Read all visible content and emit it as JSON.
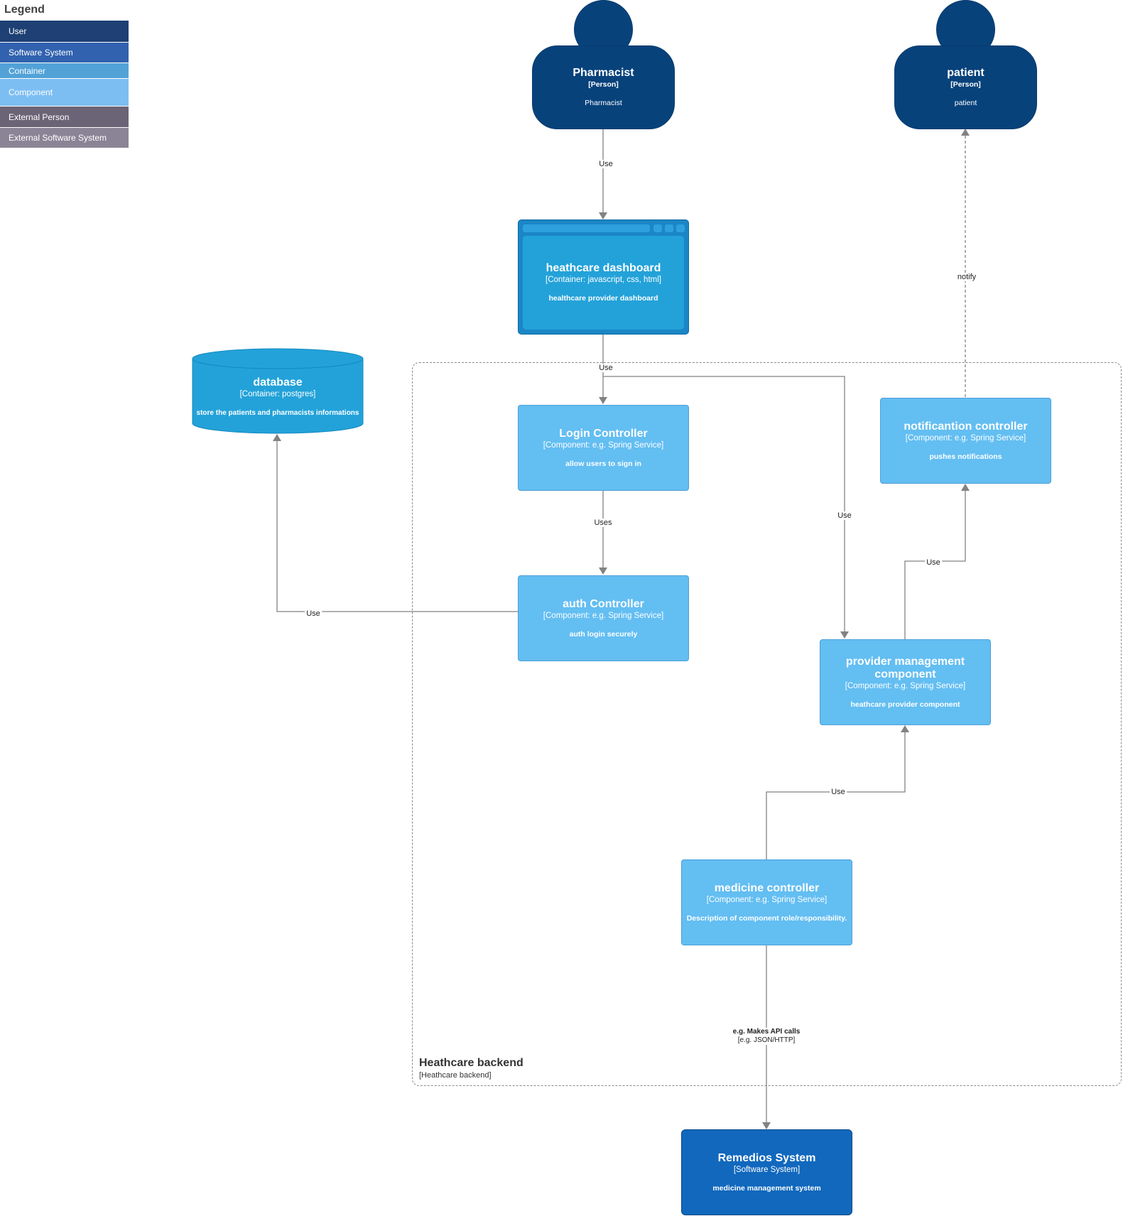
{
  "legend": {
    "title": "Legend",
    "items": [
      {
        "label": "User",
        "color": "#1e4074"
      },
      {
        "label": "Software System",
        "color": "#3162af"
      },
      {
        "label": "Container",
        "color": "#52a2d8"
      },
      {
        "label": "Component",
        "color": "#7dbef2"
      },
      {
        "label": "External Person",
        "color": "#6b6477"
      },
      {
        "label": "External Software System",
        "color": "#8b8496"
      }
    ]
  },
  "persons": {
    "pharmacist": {
      "title": "Pharmacist",
      "type": "[Person]",
      "desc": "Pharmacist"
    },
    "patient": {
      "title": "patient",
      "type": "[Person]",
      "desc": "patient"
    }
  },
  "containers": {
    "dashboard": {
      "title": "heathcare dashboard",
      "type": "[Container: javascript, css, html]",
      "desc": "healthcare provider dashboard"
    },
    "database": {
      "title": "database",
      "type": "[Container: postgres]",
      "desc": "store the patients and pharmacists informations"
    }
  },
  "boundary": {
    "title": "Heathcare backend",
    "type": "[Heathcare backend]"
  },
  "components": {
    "login": {
      "title": "Login Controller",
      "type": "[Component: e.g. Spring Service]",
      "desc": "allow users to sign in"
    },
    "auth": {
      "title": "auth Controller",
      "type": "[Component: e.g. Spring Service]",
      "desc": "auth login securely"
    },
    "notification": {
      "title": "notificantion controller",
      "type": "[Component: e.g. Spring Service]",
      "desc": "pushes notifications"
    },
    "provider": {
      "title": "provider management component",
      "type": "[Component: e.g. Spring Service]",
      "desc": "heathcare provider component"
    },
    "medicine": {
      "title": "medicine controller",
      "type": "[Component: e.g. Spring Service]",
      "desc": "Description of component role/responsibility."
    }
  },
  "systems": {
    "remedios": {
      "title": "Remedios System",
      "type": "[Software System]",
      "desc": "medicine management system"
    }
  },
  "edges": {
    "pharmacist_dashboard": "Use",
    "dashboard_login": "Use",
    "dashboard_provider": "Use",
    "login_auth": "Uses",
    "auth_database": "Use",
    "provider_notification": "Use",
    "notification_patient": "notify",
    "medicine_provider": "Use",
    "medicine_remedios": "e.g. Makes API calls",
    "medicine_remedios_tech": "[e.g. JSON/HTTP]"
  },
  "colors": {
    "person": "#08427b",
    "container": "#23a2d9",
    "component": "#63bef2",
    "system": "#1168bd",
    "edge": "#828282"
  }
}
